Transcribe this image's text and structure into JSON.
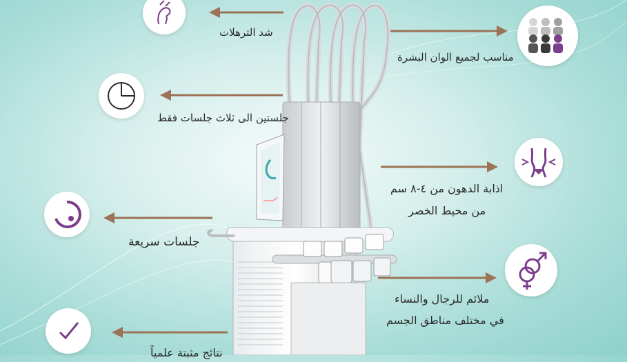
{
  "features": {
    "sagging": "شد الترهلات",
    "skin_tones": "مناسب لجميع الوان البشرة",
    "sessions": "جلستين الى ثلاث جلسات فقط",
    "fat_line1": "اذابة  الدهون من ٤-٨ سم",
    "fat_line2": "من محيط الخصر",
    "fast_sessions": "جلسات سريعة",
    "gender_line1": "ملائم للرجال والنساء",
    "gender_line2": "في مختلف مناطق الجسم",
    "results": "نتائج مثبتة علمياً"
  },
  "colors": {
    "accent_purple": "#7b3f8c",
    "arrow_brown": "#9c7356",
    "text": "#2b2b2b"
  },
  "icons": [
    "face-lift-icon",
    "people-group-icon",
    "pie-chart-icon",
    "waist-icon",
    "circle-dot-icon",
    "gender-icon",
    "checkmark-icon"
  ]
}
